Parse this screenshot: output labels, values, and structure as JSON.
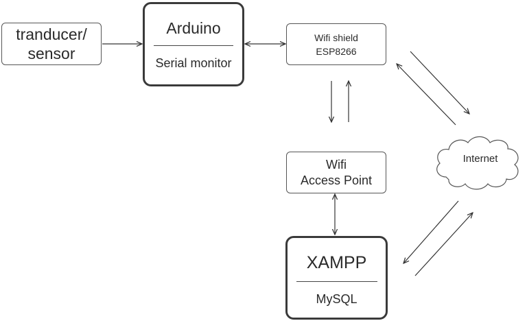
{
  "sensor": {
    "lines": [
      "tranducer/",
      "sensor"
    ]
  },
  "arduino": {
    "title": "Arduino",
    "subtitle": "Serial monitor"
  },
  "wifi_shield": {
    "lines": [
      "Wifi shield",
      "ESP8266"
    ]
  },
  "access_point": {
    "lines": [
      "Wifi",
      "Access Point"
    ]
  },
  "xampp": {
    "title": "XAMPP",
    "subtitle": "MySQL"
  },
  "internet": {
    "label": "Internet"
  },
  "colors": {
    "stroke": "#333333",
    "text": "#2a2a2a",
    "background": "#ffffff"
  }
}
